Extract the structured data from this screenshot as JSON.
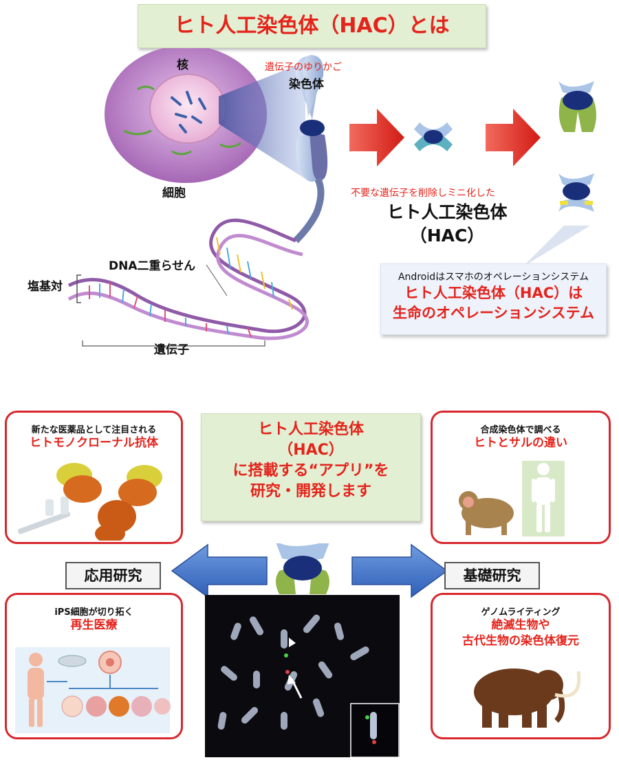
{
  "title": "ヒト人工染色体（HAC）とは",
  "top": {
    "nucleus_label": "核",
    "cell_label": "細胞",
    "cradle_label": "遺伝子のゆりかご",
    "chromosome_label": "染色体",
    "dna_label": "DNA二重らせん",
    "base_pair_label": "塩基対",
    "gene_label": "遺伝子",
    "mini_caption": "不要な遺伝子を削除しミニ化した",
    "hac_line1": "ヒト人工染色体",
    "hac_line2": "（HAC）",
    "android_line1": "Androidはスマホのオペレーションシステム",
    "android_line2": "ヒト人工染色体（HAC）は",
    "android_line3": "生命のオペレーションシステム"
  },
  "bottom": {
    "antibody_small": "新たな医薬品として注目される",
    "antibody_red": "ヒトモノクローナル抗体",
    "center_line1": "ヒト人工染色体",
    "center_line2": "（HAC）",
    "center_line3": "に搭載する“アプリ”を",
    "center_line4": "研究・開発します",
    "monkey_small": "合成染色体で調べる",
    "monkey_red": "ヒトとサルの違い",
    "applied_tag": "応用研究",
    "basic_tag": "基礎研究",
    "ips_small": "iPS細胞が切り拓く",
    "ips_red": "再生医療",
    "genome_small": "ゲノムライティング",
    "genome_red1": "絶滅生物や",
    "genome_red2": "古代生物の染色体復元"
  },
  "colors": {
    "accent_red": "#e4231b",
    "title_bg": "#e3efd3",
    "card_border": "#d8262c",
    "arrow_blue": "#4a78c8",
    "hac_blue": "#a9c4e6",
    "hac_green": "#8fb449"
  }
}
